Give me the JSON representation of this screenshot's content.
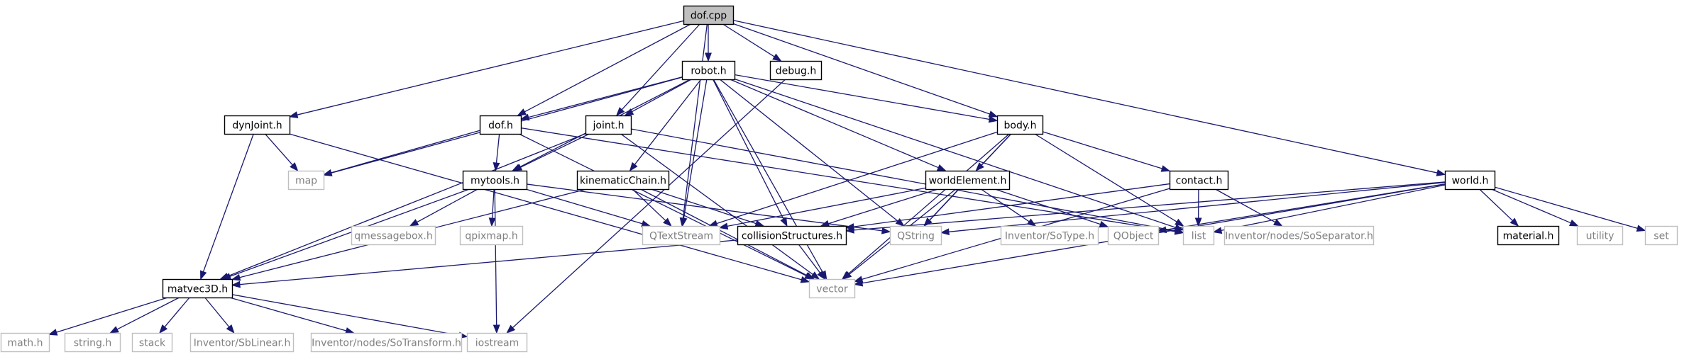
{
  "diagram": {
    "colors": {
      "edge": "#191970",
      "node_border": "#000000",
      "external_border": "#bfbfbf",
      "node_text": "#000000",
      "external_text": "#808080",
      "root_fill": "#bfbfbf",
      "node_fill": "#ffffff"
    },
    "nodes": [
      {
        "id": "dof_cpp",
        "label": "dof.cpp",
        "kind": "root"
      },
      {
        "id": "robot_h",
        "label": "robot.h",
        "kind": "local"
      },
      {
        "id": "debug_h",
        "label": "debug.h",
        "kind": "local"
      },
      {
        "id": "dynjoint_h",
        "label": "dynJoint.h",
        "kind": "local"
      },
      {
        "id": "dof_h",
        "label": "dof.h",
        "kind": "local"
      },
      {
        "id": "joint_h",
        "label": "joint.h",
        "kind": "local"
      },
      {
        "id": "body_h",
        "label": "body.h",
        "kind": "local"
      },
      {
        "id": "world_h",
        "label": "world.h",
        "kind": "local"
      },
      {
        "id": "map",
        "label": "map",
        "kind": "external"
      },
      {
        "id": "mytools_h",
        "label": "mytools.h",
        "kind": "local"
      },
      {
        "id": "kinematicchain_h",
        "label": "kinematicChain.h",
        "kind": "local"
      },
      {
        "id": "worldelement_h",
        "label": "worldElement.h",
        "kind": "local"
      },
      {
        "id": "contact_h",
        "label": "contact.h",
        "kind": "local"
      },
      {
        "id": "qmessagebox_h",
        "label": "qmessagebox.h",
        "kind": "external"
      },
      {
        "id": "qpixmap_h",
        "label": "qpixmap.h",
        "kind": "external"
      },
      {
        "id": "qtextstream",
        "label": "QTextStream",
        "kind": "external"
      },
      {
        "id": "collisionstructures_h",
        "label": "collisionStructures.h",
        "kind": "local"
      },
      {
        "id": "qstring",
        "label": "QString",
        "kind": "external"
      },
      {
        "id": "inventor_sotype_h",
        "label": "Inventor/SoType.h",
        "kind": "external"
      },
      {
        "id": "qobject",
        "label": "QObject",
        "kind": "external"
      },
      {
        "id": "list",
        "label": "list",
        "kind": "external"
      },
      {
        "id": "inventor_nodes_soseparator_h",
        "label": "Inventor/nodes/SoSeparator.h",
        "kind": "external"
      },
      {
        "id": "material_h",
        "label": "material.h",
        "kind": "local"
      },
      {
        "id": "utility",
        "label": "utility",
        "kind": "external"
      },
      {
        "id": "set",
        "label": "set",
        "kind": "external"
      },
      {
        "id": "matvec3d_h",
        "label": "matvec3D.h",
        "kind": "local"
      },
      {
        "id": "vector",
        "label": "vector",
        "kind": "external"
      },
      {
        "id": "math_h",
        "label": "math.h",
        "kind": "external"
      },
      {
        "id": "string_h",
        "label": "string.h",
        "kind": "external"
      },
      {
        "id": "stack",
        "label": "stack",
        "kind": "external"
      },
      {
        "id": "inventor_sblinear_h",
        "label": "Inventor/SbLinear.h",
        "kind": "external"
      },
      {
        "id": "inventor_nodes_sotransform_h",
        "label": "Inventor/nodes/SoTransform.h",
        "kind": "external"
      },
      {
        "id": "iostream",
        "label": "iostream",
        "kind": "external"
      }
    ],
    "edges": [
      [
        "dof_cpp",
        "robot_h"
      ],
      [
        "dof_cpp",
        "debug_h"
      ],
      [
        "dof_cpp",
        "dynjoint_h"
      ],
      [
        "dof_cpp",
        "dof_h"
      ],
      [
        "dof_cpp",
        "joint_h"
      ],
      [
        "dof_cpp",
        "body_h"
      ],
      [
        "dof_cpp",
        "world_h"
      ],
      [
        "dof_cpp",
        "qtextstream"
      ],
      [
        "robot_h",
        "dof_h"
      ],
      [
        "robot_h",
        "joint_h"
      ],
      [
        "robot_h",
        "body_h"
      ],
      [
        "robot_h",
        "map"
      ],
      [
        "robot_h",
        "mytools_h"
      ],
      [
        "robot_h",
        "kinematicchain_h"
      ],
      [
        "robot_h",
        "worldelement_h"
      ],
      [
        "robot_h",
        "qtextstream"
      ],
      [
        "robot_h",
        "collisionstructures_h"
      ],
      [
        "robot_h",
        "qstring"
      ],
      [
        "robot_h",
        "vector"
      ],
      [
        "robot_h",
        "list"
      ],
      [
        "debug_h",
        "iostream"
      ],
      [
        "dynjoint_h",
        "map"
      ],
      [
        "dynjoint_h",
        "matvec3d_h"
      ],
      [
        "dynjoint_h",
        "vector"
      ],
      [
        "dof_h",
        "map"
      ],
      [
        "dof_h",
        "mytools_h"
      ],
      [
        "dof_h",
        "vector"
      ],
      [
        "dof_h",
        "list"
      ],
      [
        "joint_h",
        "mytools_h"
      ],
      [
        "joint_h",
        "list"
      ],
      [
        "joint_h",
        "vector"
      ],
      [
        "joint_h",
        "matvec3d_h"
      ],
      [
        "body_h",
        "worldelement_h"
      ],
      [
        "body_h",
        "contact_h"
      ],
      [
        "body_h",
        "qtextstream"
      ],
      [
        "body_h",
        "qstring"
      ],
      [
        "body_h",
        "list"
      ],
      [
        "body_h",
        "vector"
      ],
      [
        "world_h",
        "material_h"
      ],
      [
        "world_h",
        "utility"
      ],
      [
        "world_h",
        "set"
      ],
      [
        "world_h",
        "list"
      ],
      [
        "world_h",
        "qobject"
      ],
      [
        "world_h",
        "qstring"
      ],
      [
        "world_h",
        "vector"
      ],
      [
        "world_h",
        "collisionstructures_h"
      ],
      [
        "mytools_h",
        "qmessagebox_h"
      ],
      [
        "mytools_h",
        "qpixmap_h"
      ],
      [
        "mytools_h",
        "qtextstream"
      ],
      [
        "mytools_h",
        "qstring"
      ],
      [
        "mytools_h",
        "matvec3d_h"
      ],
      [
        "mytools_h",
        "iostream"
      ],
      [
        "kinematicchain_h",
        "qtextstream"
      ],
      [
        "kinematicchain_h",
        "collisionstructures_h"
      ],
      [
        "kinematicchain_h",
        "matvec3d_h"
      ],
      [
        "kinematicchain_h",
        "vector"
      ],
      [
        "worldelement_h",
        "qtextstream"
      ],
      [
        "worldelement_h",
        "collisionstructures_h"
      ],
      [
        "worldelement_h",
        "qstring"
      ],
      [
        "worldelement_h",
        "inventor_sotype_h"
      ],
      [
        "worldelement_h",
        "qobject"
      ],
      [
        "worldelement_h",
        "vector"
      ],
      [
        "contact_h",
        "list"
      ],
      [
        "contact_h",
        "inventor_nodes_soseparator_h"
      ],
      [
        "contact_h",
        "collisionstructures_h"
      ],
      [
        "contact_h",
        "vector"
      ],
      [
        "collisionstructures_h",
        "vector"
      ],
      [
        "collisionstructures_h",
        "matvec3d_h"
      ],
      [
        "matvec3d_h",
        "math_h"
      ],
      [
        "matvec3d_h",
        "string_h"
      ],
      [
        "matvec3d_h",
        "stack"
      ],
      [
        "matvec3d_h",
        "inventor_sblinear_h"
      ],
      [
        "matvec3d_h",
        "inventor_nodes_sotransform_h"
      ],
      [
        "matvec3d_h",
        "iostream"
      ]
    ]
  }
}
